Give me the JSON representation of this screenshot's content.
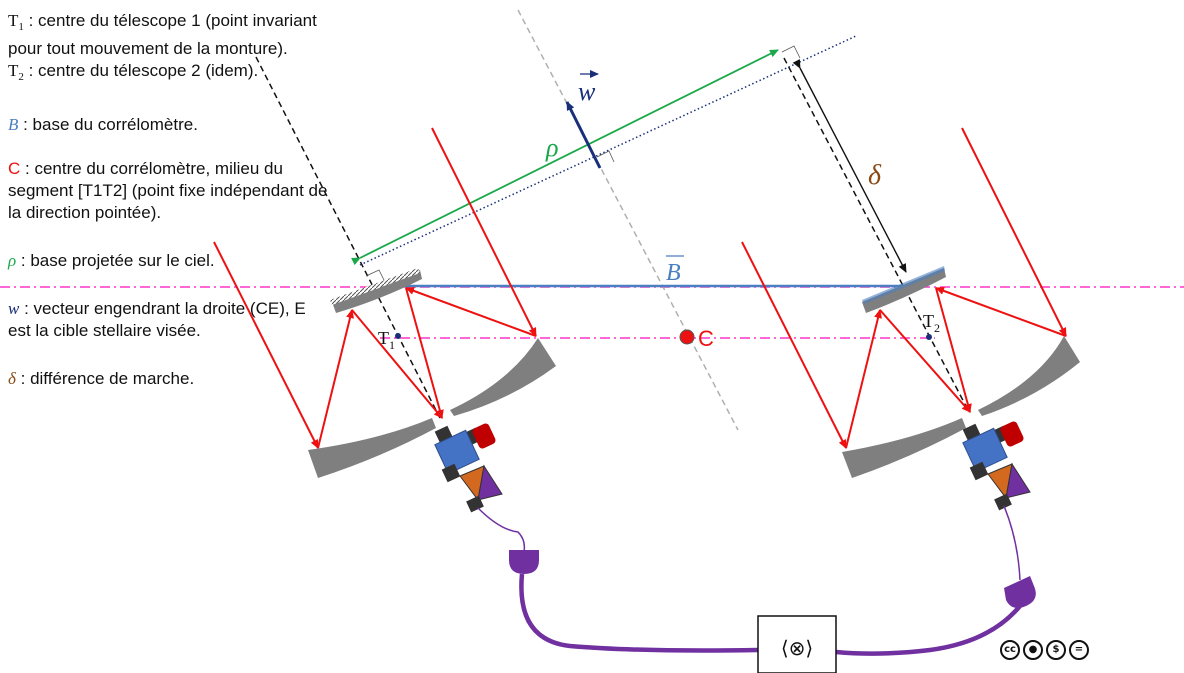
{
  "legend": {
    "t1_symbol": "T",
    "t1_sub": "1",
    "t1_text": " : centre du télescope 1 (point invariant pour tout mouvement de la monture).",
    "t2_symbol": "T",
    "t2_sub": "2",
    "t2_text": " : centre du télescope 2 (idem).",
    "b_symbol": "B",
    "b_text": " : base du corrélomètre.",
    "c_symbol": "C",
    "c_text": " : centre du corrélomètre, milieu du segment [T1T2] (point fixe indépendant de la direction pointée).",
    "rho_symbol": "ρ",
    "rho_text": " : base projetée sur le ciel.",
    "w_symbol": "w",
    "w_text": " : vecteur engendrant la droite (CE), E est la cible stellaire visée.",
    "delta_symbol": "δ",
    "delta_text": " : différence de marche."
  },
  "diagram": {
    "rho_label": "ρ",
    "w_label": "w",
    "delta_label": "δ",
    "b_label": "B",
    "c_label": "C",
    "t1_label": "T",
    "t1_sub": "1",
    "t2_label": "T",
    "t2_sub": "2",
    "correlator_label": "⟨⊗⟩"
  },
  "license_icons": [
    "cc",
    "by",
    "nc",
    "nd"
  ],
  "colors": {
    "beam": "#ee1111",
    "baseline": "#4a7fc1",
    "projected_base": "#1aa84a",
    "sky_line": "#1a2f7a",
    "w_vector": "#1a2f7a",
    "delta": "#8a4a16",
    "center": "#ee1111",
    "mirror": "#7f7f7f",
    "fiber": "#7030a0",
    "dashdot": "#ff33cc"
  }
}
